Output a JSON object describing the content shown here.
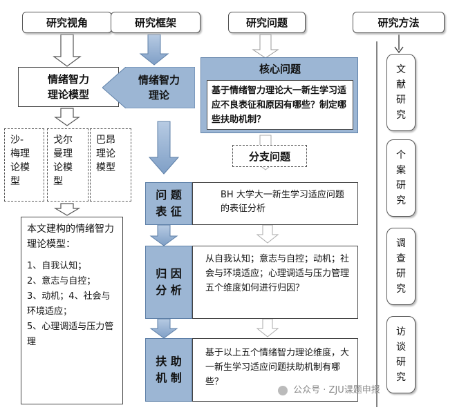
{
  "headers": {
    "perspective": "研究视角",
    "framework": "研究框架",
    "question": "研究问题",
    "method": "研究方法"
  },
  "perspective": {
    "model_box": "情绪智力\n理论模型",
    "sub_models": [
      "沙-\n梅理\n论模\n型",
      "戈尔\n曼理\n论模\n型",
      "巴昂\n理论\n模型"
    ],
    "construct": {
      "intro": "本文建构的情绪智力理论模型：",
      "items": [
        "1、自我认知；",
        "2、意志与自控；",
        "3、动机；4、社会与环境适应；",
        "5、心理调适与压力管理"
      ]
    }
  },
  "framework": {
    "theory": "情绪智力\n理论",
    "steps": [
      "问  题\n表  征",
      "归  因\n分  析",
      "扶  助\n机  制"
    ]
  },
  "question": {
    "core_title": "核心问题",
    "core_text": "基于情绪智力理论大一新生学习适应不良表征和原因有哪些？制定哪些扶助机制？",
    "branch_title": "分支问题",
    "details": [
      "BH 大学大一新生学习适应问题的表征分析",
      "从自我认知；意志与自控；动机；社会与环境适应；心理调适与压力管理五个维度如何进行归因？",
      "基于以上五个情绪智力理论维度，大一新生学习适应问题扶助机制有哪些？"
    ]
  },
  "methods": [
    "文\n献\n研\n究",
    "个\n案\n研\n究",
    "调\n查\n研\n究",
    "访\n谈\n研\n究"
  ],
  "watermark": "公众号 · ZJU课题申报"
}
